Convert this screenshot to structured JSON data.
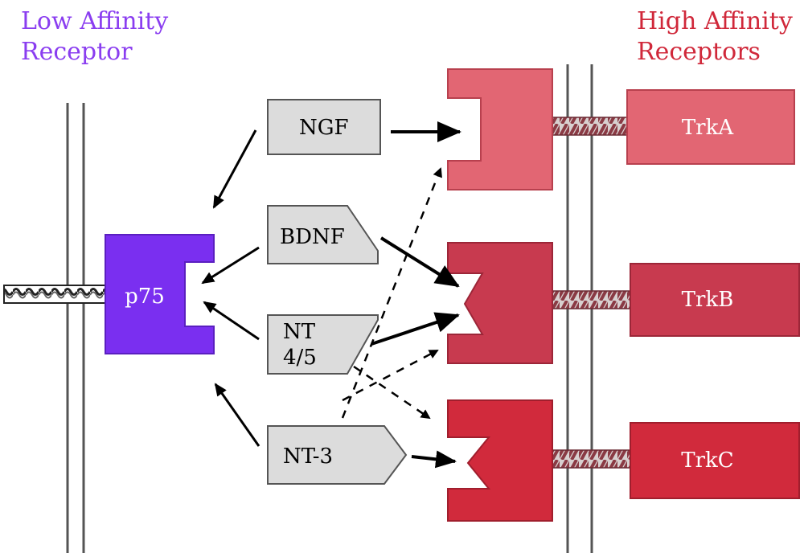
{
  "titles": {
    "low": {
      "line1": "Low Affinity",
      "line2": "Receptor"
    },
    "high": {
      "line1": "High Affinity",
      "line2": "Receptors"
    }
  },
  "receptors": {
    "p75": "p75",
    "trka": "TrkA",
    "trkb": "TrkB",
    "trkc": "TrkC"
  },
  "ligands": {
    "ngf": "NGF",
    "bdnf": "BDNF",
    "nt45_line1": "NT",
    "nt45_line2": "4/5",
    "nt3": "NT-3"
  },
  "colors": {
    "low_affinity": "#8a3df0",
    "p75_fill": "#7a2ff0",
    "high_affinity": "#d0283a",
    "trka_fill": "#e26673",
    "trkb_fill": "#c83a4f",
    "trkc_fill": "#d12a3c",
    "ligand_fill": "#dcdcdc",
    "membrane": "#555555"
  },
  "interactions": {
    "solid": [
      "NGF-TrkA",
      "BDNF-TrkB",
      "NT 4/5-TrkB",
      "NT-3-TrkC",
      "NGF-p75",
      "BDNF-p75",
      "NT 4/5-p75",
      "NT-3-p75"
    ],
    "dashed": [
      "NT-3-TrkA",
      "NT-3-TrkB",
      "NT 4/5-TrkC"
    ]
  }
}
